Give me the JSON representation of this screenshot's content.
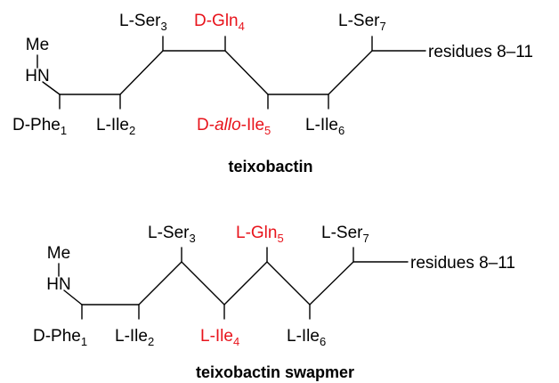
{
  "colors": {
    "black": "#000000",
    "red": "#e8141c"
  },
  "top": {
    "caption": "teixobactin",
    "me": "Me",
    "hn": "HN",
    "residues": "residues 8–11",
    "res": {
      "r1": {
        "prefix": "D",
        "name": "-Phe",
        "sub": "1"
      },
      "r2": {
        "prefix": "L",
        "name": "-Ile",
        "sub": "2"
      },
      "r3": {
        "prefix": "L",
        "name": "-Ser",
        "sub": "3"
      },
      "r4": {
        "prefix": "D",
        "name": "-Gln",
        "sub": "4"
      },
      "r5": {
        "prefix": "D",
        "dash": "-",
        "italic": "allo",
        "name": "-Ile",
        "sub": "5"
      },
      "r6": {
        "prefix": "L",
        "name": "-Ile",
        "sub": "6"
      },
      "r7": {
        "prefix": "L",
        "name": "-Ser",
        "sub": "7"
      }
    }
  },
  "bottom": {
    "caption": "teixobactin swapmer",
    "me": "Me",
    "hn": "HN",
    "residues": "residues 8–11",
    "res": {
      "r1": {
        "prefix": "D",
        "name": "-Phe",
        "sub": "1"
      },
      "r2": {
        "prefix": "L",
        "name": "-Ile",
        "sub": "2"
      },
      "r3": {
        "prefix": "L",
        "name": "-Ser",
        "sub": "3"
      },
      "r4": {
        "prefix": "L",
        "name": "-Ile",
        "sub": "4"
      },
      "r5": {
        "prefix": "L",
        "name": "-Gln",
        "sub": "5"
      },
      "r6": {
        "prefix": "L",
        "name": "-Ile",
        "sub": "6"
      },
      "r7": {
        "prefix": "L",
        "name": "-Ser",
        "sub": "7"
      }
    }
  }
}
